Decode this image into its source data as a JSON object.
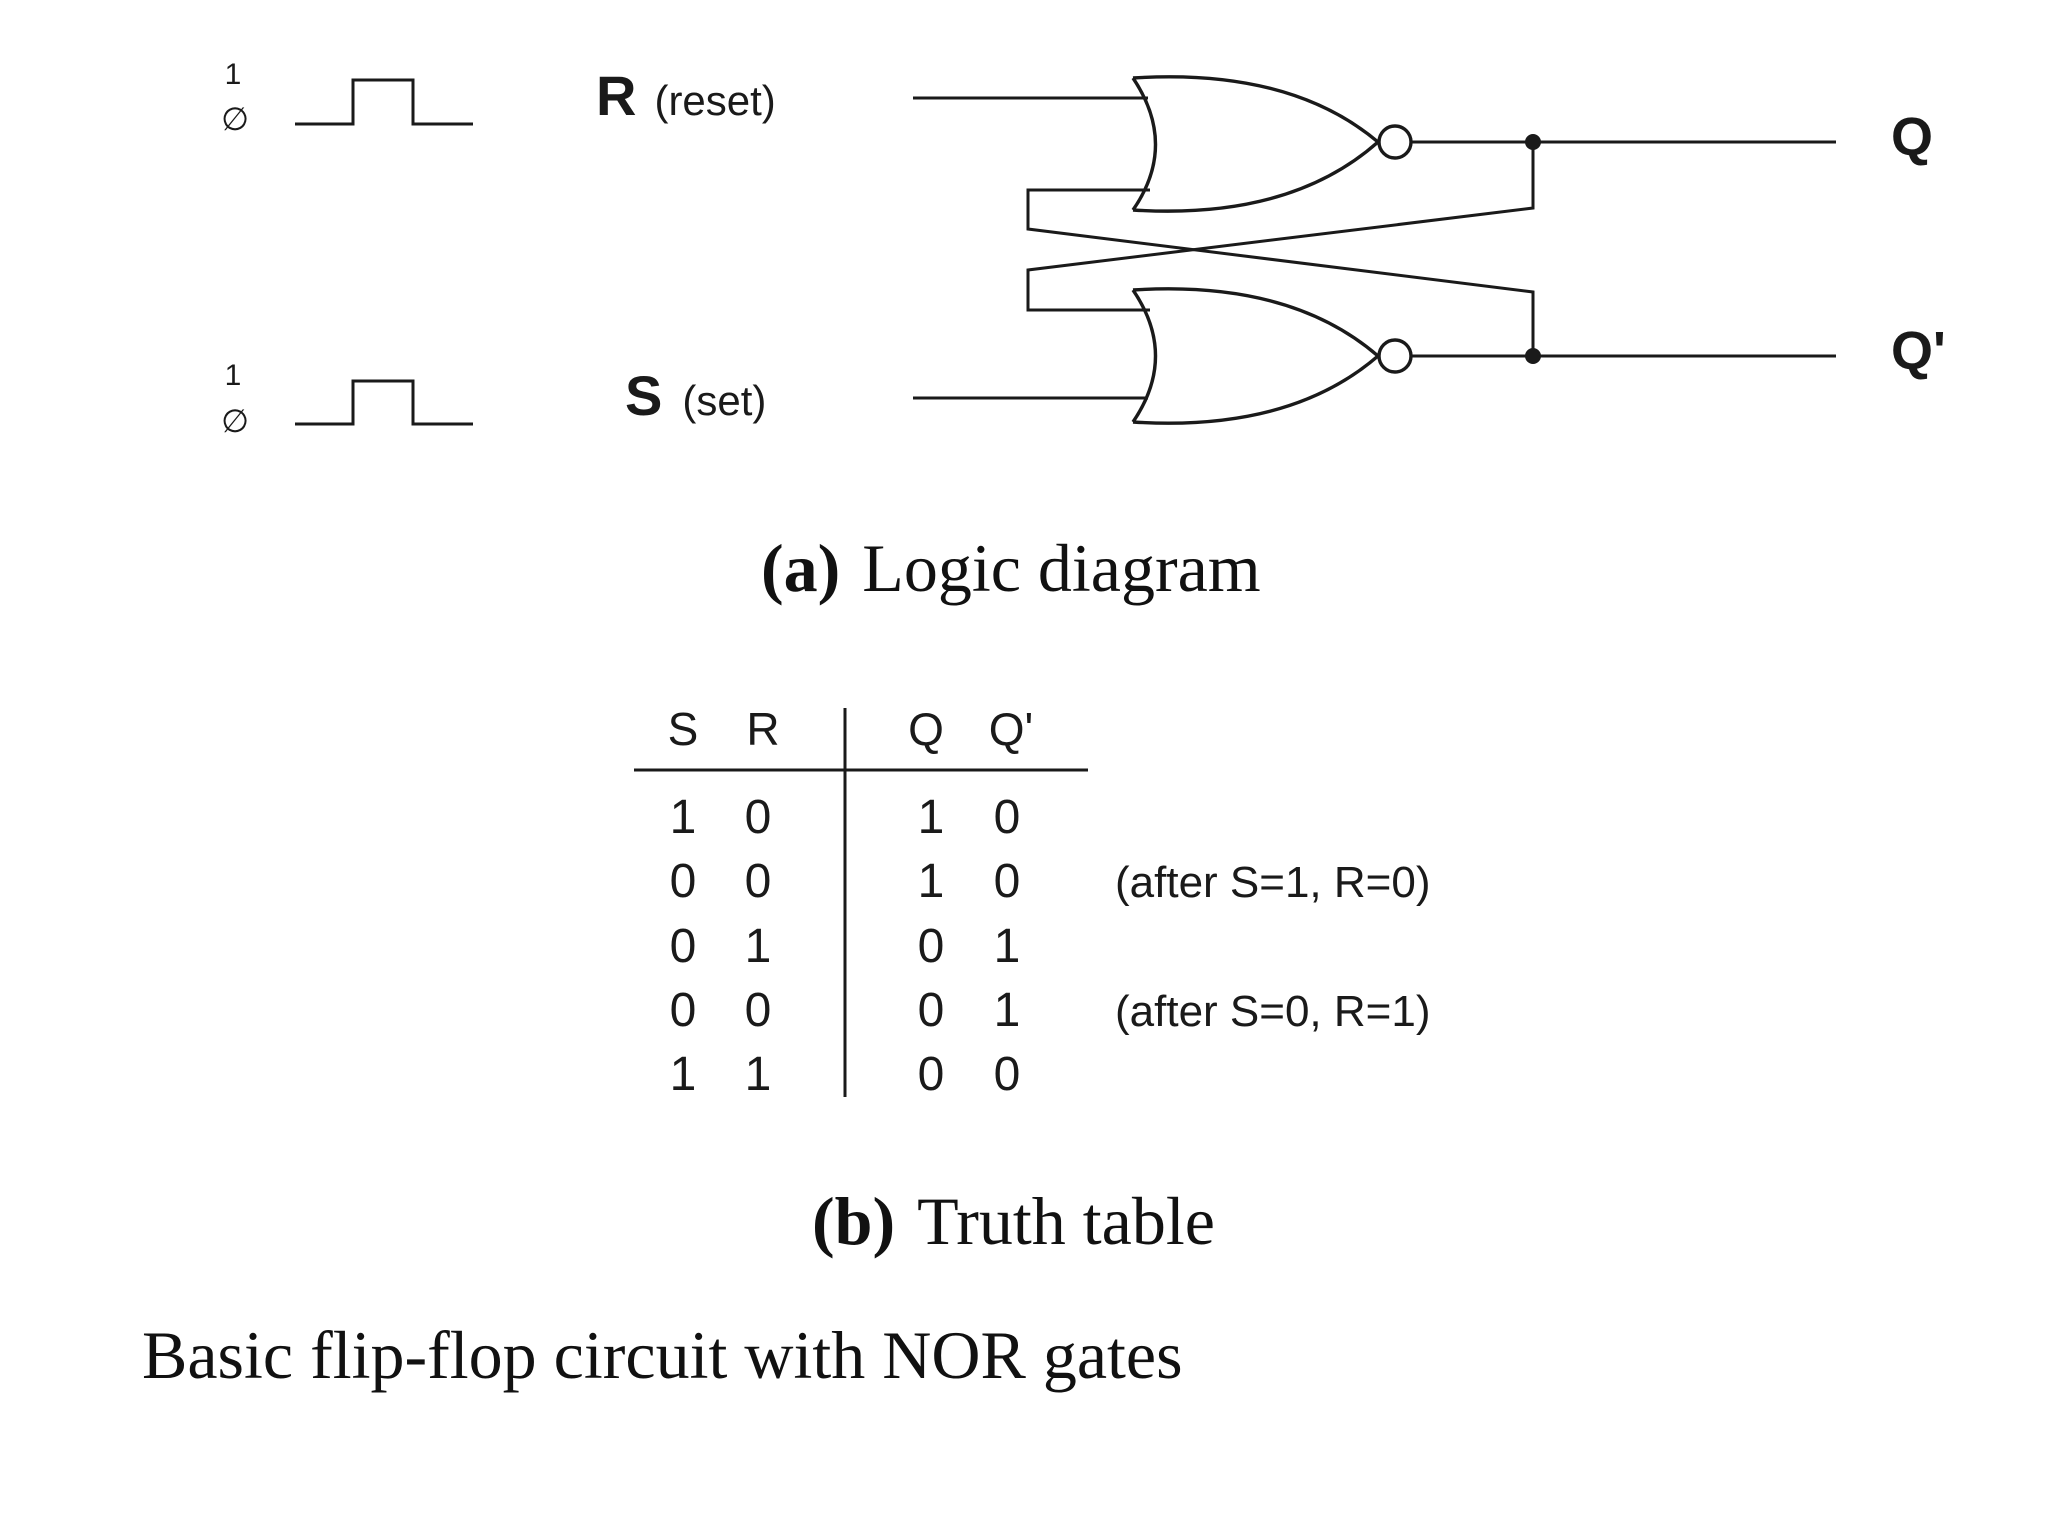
{
  "diagram": {
    "inputs": [
      {
        "name": "R",
        "note": "(reset)",
        "pulse_high": "1",
        "pulse_low": "∅"
      },
      {
        "name": "S",
        "note": "(set)",
        "pulse_high": "1",
        "pulse_low": "∅"
      }
    ],
    "outputs": [
      "Q",
      "Q'"
    ],
    "caption_a_prefix": "(a)",
    "caption_a_text": "Logic diagram"
  },
  "truth_table": {
    "headers": [
      "S",
      "R",
      "Q",
      "Q'"
    ],
    "rows": [
      {
        "s": "1",
        "r": "0",
        "q": "1",
        "qn": "0",
        "note": ""
      },
      {
        "s": "0",
        "r": "0",
        "q": "1",
        "qn": "0",
        "note": "(after S=1, R=0)"
      },
      {
        "s": "0",
        "r": "1",
        "q": "0",
        "qn": "1",
        "note": ""
      },
      {
        "s": "0",
        "r": "0",
        "q": "0",
        "qn": "1",
        "note": "(after S=0, R=1)"
      },
      {
        "s": "1",
        "r": "1",
        "q": "0",
        "qn": "0",
        "note": ""
      }
    ],
    "caption_b_prefix": "(b)",
    "caption_b_text": "Truth table"
  },
  "footer": {
    "caption": "Basic flip-flop circuit with NOR gates"
  }
}
